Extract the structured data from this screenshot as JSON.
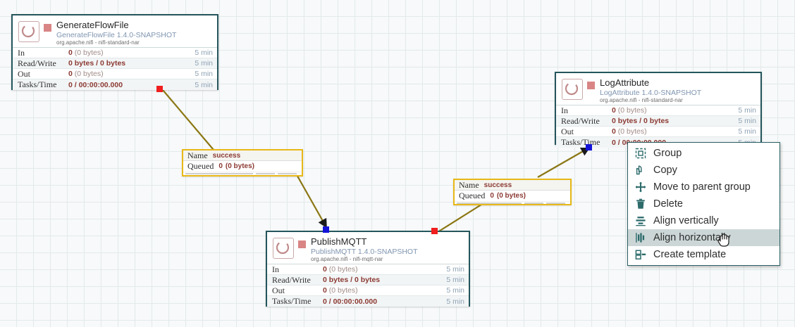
{
  "canvas": {
    "background_color": "#f7f9fa",
    "grid_color": "#e3e9ea",
    "grid_size": 24
  },
  "colors": {
    "processor_border_selected": "#24565c",
    "connection_line": "#8b7714",
    "connection_label_border": "#e8b818",
    "stat_value": "#8c3a33",
    "stat_time": "#8fa3b5",
    "processor_type": "#7f95b0",
    "run_status_stopped": "#d98585",
    "handle_red": "#f01e1e",
    "handle_blue": "#1313d8",
    "menu_hover": "#ccd6d6"
  },
  "stat_labels": {
    "in": "In",
    "read_write": "Read/Write",
    "out": "Out",
    "tasks_time": "Tasks/Time"
  },
  "processors": [
    {
      "id": "generateflowfile",
      "name": "GenerateFlowFile",
      "type": "GenerateFlowFile 1.4.0-SNAPSHOT",
      "bundle": "org.apache.nifi - nifi-standard-nar",
      "icon": "processor-icon",
      "run_status": "stopped",
      "stats": [
        {
          "label": "In",
          "value": "0",
          "value_detail": "(0 bytes)",
          "time": "5 min"
        },
        {
          "label": "Read/Write",
          "value": "0 bytes / 0 bytes",
          "value_detail": "",
          "time": "5 min"
        },
        {
          "label": "Out",
          "value": "0",
          "value_detail": "(0 bytes)",
          "time": "5 min"
        },
        {
          "label": "Tasks/Time",
          "value": "0 / 00:00:00.000",
          "value_detail": "",
          "time": "5 min"
        }
      ]
    },
    {
      "id": "logattribute",
      "name": "LogAttribute",
      "type": "LogAttribute 1.4.0-SNAPSHOT",
      "bundle": "org.apache.nifi - nifi-standard-nar",
      "icon": "processor-icon",
      "run_status": "stopped",
      "stats": [
        {
          "label": "In",
          "value": "0",
          "value_detail": "(0 bytes)",
          "time": "5 min"
        },
        {
          "label": "Read/Write",
          "value": "0 bytes / 0 bytes",
          "value_detail": "",
          "time": "5 min"
        },
        {
          "label": "Out",
          "value": "0",
          "value_detail": "(0 bytes)",
          "time": "5 min"
        },
        {
          "label": "Tasks/Time",
          "value": "0 / 00:00:00.000",
          "value_detail": "",
          "time": "5 min"
        }
      ]
    },
    {
      "id": "publishmqtt",
      "name": "PublishMQTT",
      "type": "PublishMQTT 1.4.0-SNAPSHOT",
      "bundle": "org.apache.nifi - nifi-mqtt-nar",
      "icon": "processor-icon",
      "run_status": "stopped",
      "stats": [
        {
          "label": "In",
          "value": "0",
          "value_detail": "(0 bytes)",
          "time": "5 min"
        },
        {
          "label": "Read/Write",
          "value": "0 bytes / 0 bytes",
          "value_detail": "",
          "time": "5 min"
        },
        {
          "label": "Out",
          "value": "0",
          "value_detail": "(0 bytes)",
          "time": "5 min"
        },
        {
          "label": "Tasks/Time",
          "value": "0 / 00:00:00.000",
          "value_detail": "",
          "time": "5 min"
        }
      ]
    }
  ],
  "connections": [
    {
      "id": "gen-to-publish",
      "name_key": "Name",
      "name_value": "success",
      "queued_key": "Queued",
      "queued_value": "0",
      "queued_detail": "(0 bytes)"
    },
    {
      "id": "publish-to-log",
      "name_key": "Name",
      "name_value": "success",
      "queued_key": "Queued",
      "queued_value": "0",
      "queued_detail": "(0 bytes)"
    }
  ],
  "context_menu": {
    "items": [
      {
        "label": "Group",
        "icon": "group-icon",
        "hover": false
      },
      {
        "label": "Copy",
        "icon": "copy-icon",
        "hover": false
      },
      {
        "label": "Move to parent group",
        "icon": "move-icon",
        "hover": false
      },
      {
        "label": "Delete",
        "icon": "trash-icon",
        "hover": false
      },
      {
        "label": "Align vertically",
        "icon": "align-vertical-icon",
        "hover": false
      },
      {
        "label": "Align horizontally",
        "icon": "align-horizontal-icon",
        "hover": true
      },
      {
        "label": "Create template",
        "icon": "template-icon",
        "hover": false
      }
    ]
  }
}
